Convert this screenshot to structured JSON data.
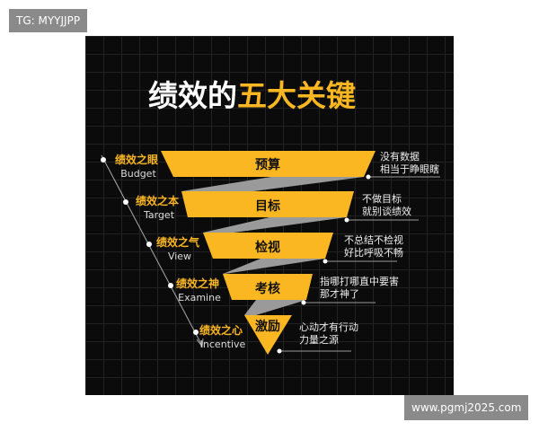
{
  "title": {
    "white": "绩效的",
    "yellow": "五大关键"
  },
  "levels": [
    {
      "cn": "绩效之眼",
      "en": "Budget",
      "key": "预算",
      "desc1": "没有数据",
      "desc2": "相当于睁眼瞎"
    },
    {
      "cn": "绩效之本",
      "en": "Target",
      "key": "目标",
      "desc1": "不做目标",
      "desc2": "就别谈绩效"
    },
    {
      "cn": "绩效之气",
      "en": "View",
      "key": "检视",
      "desc1": "不总结不检视",
      "desc2": "好比呼吸不畅"
    },
    {
      "cn": "绩效之神",
      "en": "Examine",
      "key": "考核",
      "desc1": "指哪打哪直中要害",
      "desc2": "那才神了"
    },
    {
      "cn": "绩效之心",
      "en": "Incentive",
      "key": "激励",
      "desc1": "心动才有行动",
      "desc2": "力量之源"
    }
  ],
  "watermarks": {
    "top_left": "TG: MYYJJPP",
    "bottom_right": "www.pgmj2025.com"
  },
  "colors": {
    "accent": "#fbb721",
    "connector": "#9a9a9a",
    "background": "#0b0b0b"
  }
}
